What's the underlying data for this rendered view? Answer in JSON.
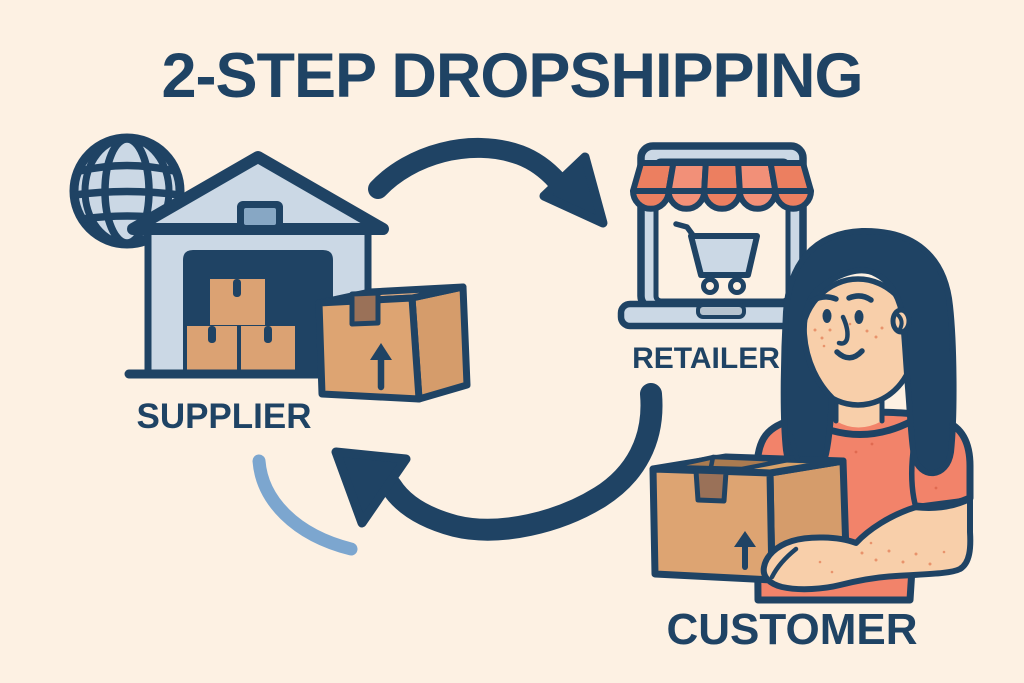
{
  "title": "2-STEP DROPSHIPPING",
  "nodes": {
    "supplier": {
      "label": "SUPPLIER"
    },
    "retailer": {
      "label": "RETAILER"
    },
    "customer": {
      "label": "CUSTOMER"
    }
  },
  "colors": {
    "background": "#FDF1E3",
    "navy": "#1F4364",
    "light_blue": "#CBD8E5",
    "window_blue": "#87A7C4",
    "trackpad_gray": "#B6C3CF",
    "awning_coral_dark": "#EC7F60",
    "awning_coral_light": "#F29078",
    "shirt_coral": "#F2836A",
    "skin": "#F8CFAA",
    "box_tan": "#DDA472",
    "box_tan_top": "#E3AD80",
    "box_tan_side": "#D59C6B",
    "box_interior": "#AA7B50",
    "tape_brown": "#9A7158",
    "accent_arc_blue": "#7CA6CF",
    "freckle": "#E8936C"
  }
}
